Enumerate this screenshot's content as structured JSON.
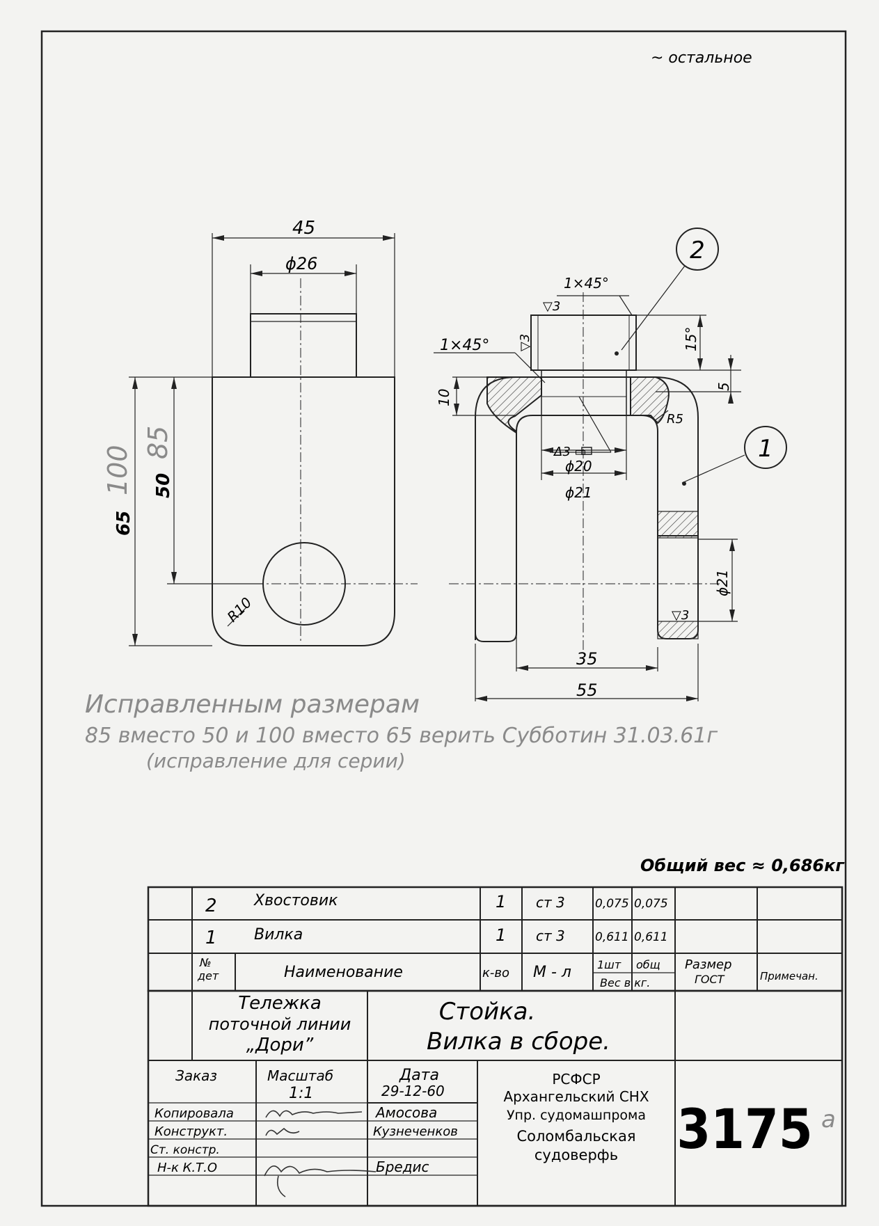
{
  "roughness_note": "~ остальное",
  "dims": {
    "d45": "45",
    "d26": "ϕ26",
    "c1a": "1×45°",
    "c1b": "1×45°",
    "rough_top": "▽3",
    "rough_side": "▽3",
    "d15": "15°",
    "d5": "5",
    "d10": "10",
    "r5": "R5",
    "rough_hole": "Δ3 ▭",
    "phi20": "ϕ20",
    "phi21": "ϕ21",
    "phi21v": "ϕ21",
    "rough_low": "▽3",
    "d35": "35",
    "d55": "55",
    "d65": "65",
    "d100": "100",
    "d50": "50",
    "d85": "85",
    "r10": "R10"
  },
  "balloons": {
    "b2": "2",
    "b1": "1"
  },
  "correction_note": {
    "line1": "Исправленным размерам",
    "line2": "85 вместо 50 и 100 вместо 65 верить Субботин 31.03.61г",
    "line3": "(исправление для серии)"
  },
  "total_weight": "Общий вес ≈ 0,686кг",
  "bom": {
    "rows": [
      {
        "pos": "2",
        "name": "Хвостовик",
        "qty": "1",
        "mat": "ст 3",
        "w1": "0,075",
        "w2": "0,075"
      },
      {
        "pos": "1",
        "name": "Вилка",
        "qty": "1",
        "mat": "ст 3",
        "w1": "0,611",
        "w2": "0,611"
      }
    ],
    "hdr": {
      "pos_a": "№",
      "pos_b": "дет",
      "name": "Наименование",
      "qty": "к-во",
      "mat": "М - л",
      "w1": "1шт",
      "w2": "общ",
      "wlabel": "Вес в кг.",
      "size_a": "Размер",
      "size_b": "ГОСТ",
      "note": "Примечан."
    }
  },
  "title_block": {
    "product": [
      "Тележка",
      "поточной линии",
      "„Дори”"
    ],
    "title": [
      "Стойка.",
      "Вилка   в сборе."
    ],
    "zakaz": "Заказ",
    "scale_label": "Масштаб",
    "scale": "1:1",
    "date_label": "Дата",
    "date": "29-12-60",
    "roles": [
      "Копировала",
      "Конструкт.",
      "Ст. констр.",
      "Н-к К.Т.О"
    ],
    "names": [
      "Амосова",
      "Кузнеченков",
      "",
      "Бредис"
    ],
    "org": [
      "РСФСР",
      "Архангельский СНХ",
      "Упр. судомашпрома",
      "Соломбальская",
      "судоверфь"
    ],
    "number": "3175",
    "number_suffix": "а"
  }
}
